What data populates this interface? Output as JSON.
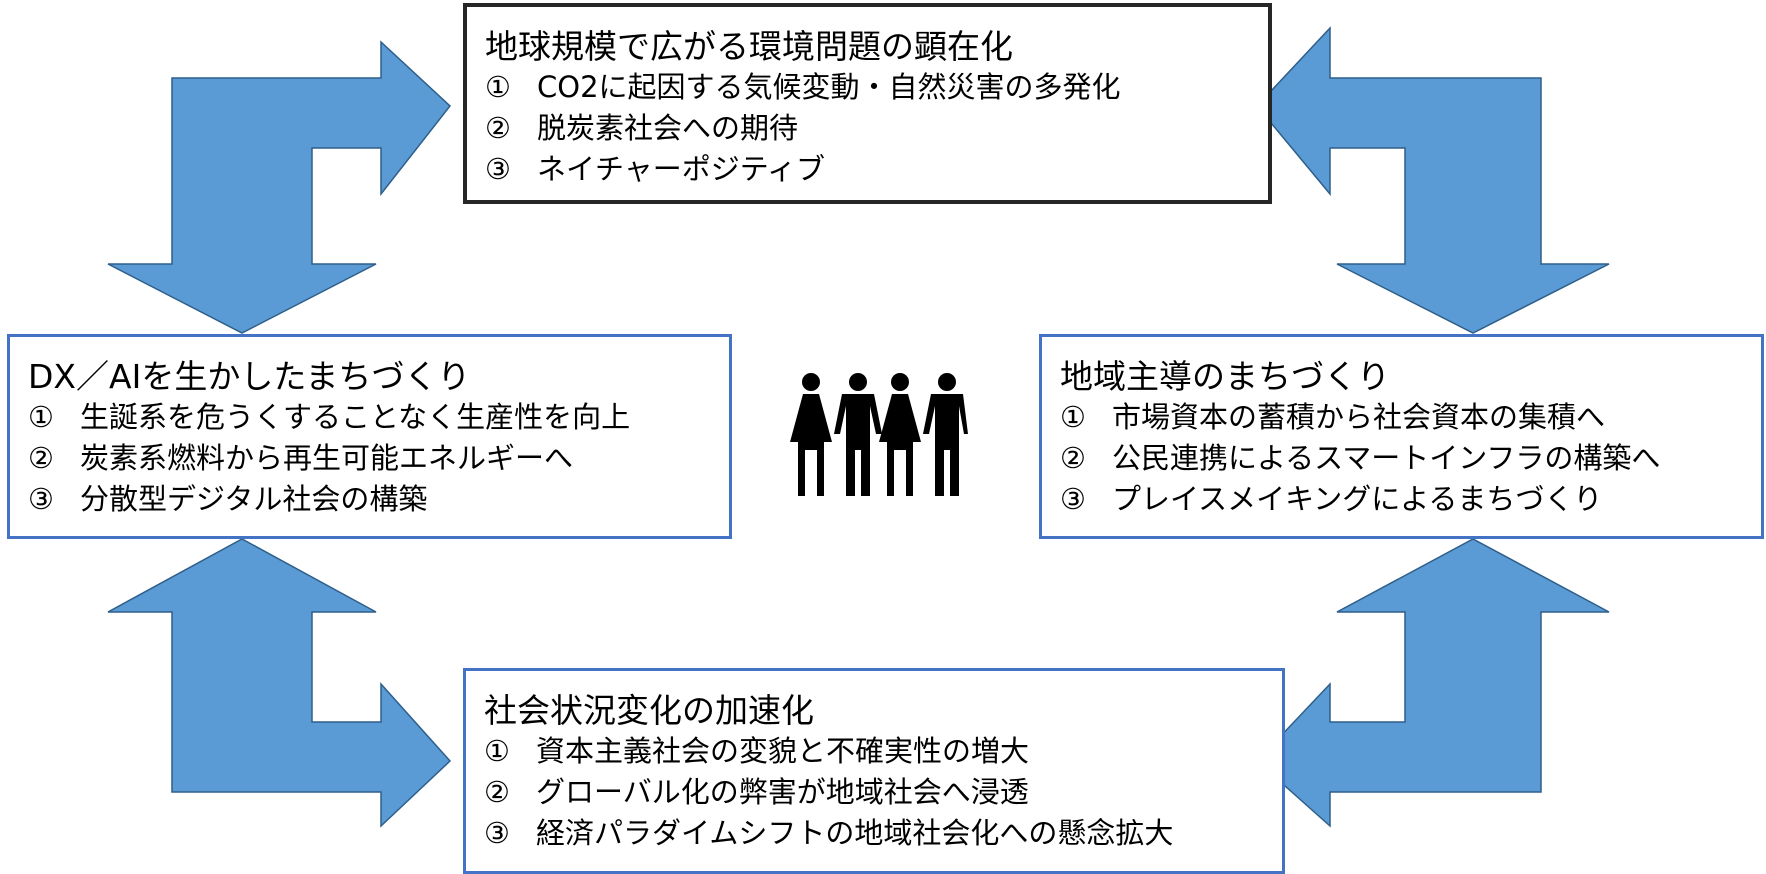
{
  "colors": {
    "arrow_fill": "#5b9bd5",
    "arrow_stroke": "#2e5f8a",
    "global_box_border": "#262626",
    "blue_box_border": "#4472c4",
    "people_icon": "#000000"
  },
  "boxes": {
    "global": {
      "title": "地球規模で広がる環境問題の顕在化",
      "items": [
        {
          "num": "①",
          "text": "CO2に起因する気候変動・自然災害の多発化"
        },
        {
          "num": "②",
          "text": "脱炭素社会への期待"
        },
        {
          "num": "③",
          "text": "ネイチャーポジティブ"
        }
      ]
    },
    "dx": {
      "title": "DX／AIを生かしたまちづくり",
      "items": [
        {
          "num": "①",
          "text": "生誕系を危うくすることなく生産性を向上"
        },
        {
          "num": "②",
          "text": "炭素系燃料から再生可能エネルギーへ"
        },
        {
          "num": "③",
          "text": "分散型デジタル社会の構築"
        }
      ]
    },
    "local": {
      "title": "地域主導のまちづくり",
      "items": [
        {
          "num": "①",
          "text": "市場資本の蓄積から社会資本の集積へ"
        },
        {
          "num": "②",
          "text": "公民連携によるスマートインフラの構築へ"
        },
        {
          "num": "③",
          "text": "プレイスメイキングによるまちづくり"
        }
      ]
    },
    "social": {
      "title": "社会状況変化の加速化",
      "items": [
        {
          "num": "①",
          "text": "資本主義社会の変貌と不確実性の増大"
        },
        {
          "num": "②",
          "text": "グローバル化の弊害が地域社会へ浸透"
        },
        {
          "num": "③",
          "text": "経済パラダイムシフトの地域社会化への懸念拡大"
        }
      ]
    }
  },
  "icons": {
    "people": "people-group-icon",
    "arrows": "bent-arrow-icon"
  }
}
